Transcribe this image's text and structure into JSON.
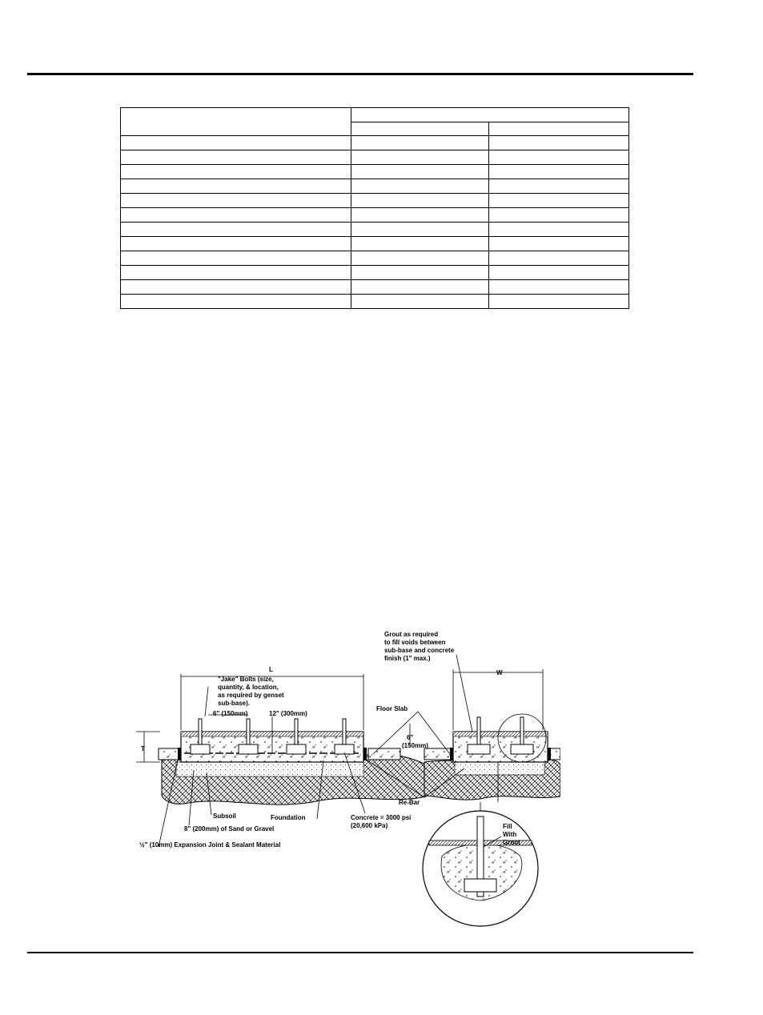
{
  "table": {
    "header_span": "",
    "row_header": "",
    "subheaders": [
      "",
      ""
    ],
    "rows": [
      [
        "",
        "",
        ""
      ],
      [
        "",
        "",
        ""
      ],
      [
        "",
        "",
        ""
      ],
      [
        "",
        "",
        ""
      ],
      [
        "",
        "",
        ""
      ],
      [
        "",
        "",
        ""
      ],
      [
        "",
        "",
        ""
      ],
      [
        "",
        "",
        ""
      ],
      [
        "",
        "",
        ""
      ],
      [
        "",
        "",
        ""
      ],
      [
        "",
        "",
        ""
      ],
      [
        "",
        "",
        ""
      ]
    ]
  },
  "figure": {
    "labels": {
      "grout_1": "Grout as required",
      "grout_2": "to fill voids between",
      "grout_3": "sub-base and concrete",
      "grout_4": "finish (1\" max.)",
      "length": "L",
      "width": "W",
      "jake_1": "\"Jake\" Bolts (size,",
      "jake_2": "quantity, & location,",
      "jake_3": "as required by genset",
      "jake_4": "sub-base).",
      "dim_6in": "6\" (150mm)",
      "dim_12in": "12\" (300mm)",
      "floor_slab": "Floor Slab",
      "dim_right_1": "6\"",
      "dim_right_2": "(150mm)",
      "thickness": "T",
      "rebar": "Re-Bar",
      "subsoil": "Subsoil",
      "foundation": "Foundation",
      "concrete_1": "Concrete = 3000 psi",
      "concrete_2": "(20,600 kPa)",
      "sand": "8\" (200mm) of Sand or Gravel",
      "expansion": "½\" (10mm) Expansion Joint & Sealant Material",
      "fill_1": "Fill",
      "fill_2": "With",
      "fill_3": "Grout"
    }
  }
}
